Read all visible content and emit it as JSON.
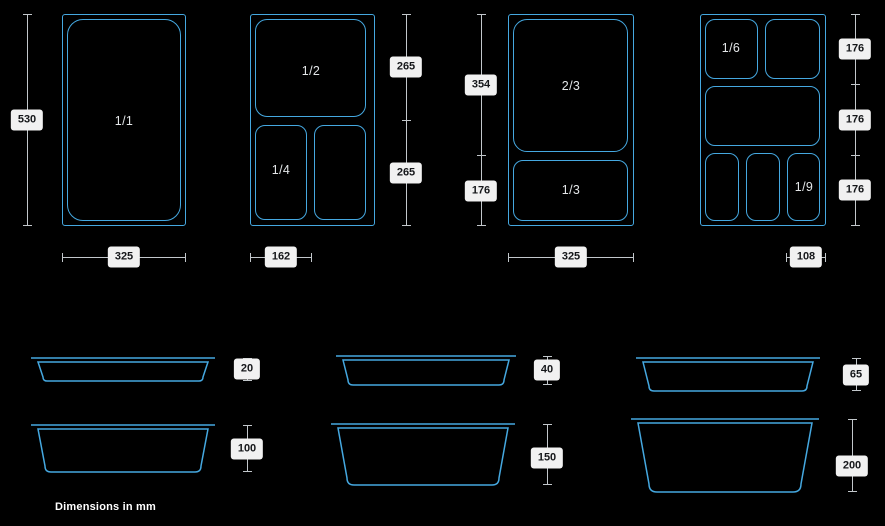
{
  "note": "Dimensions in mm",
  "colors": {
    "background": "#000000",
    "pan_stroke": "#45a8e0",
    "dim_line": "#c2c7cb",
    "label_bg": "#f1f1f1",
    "label_text": "#15171a",
    "pan_label_text": "#e3e6e8"
  },
  "top_views": {
    "full": {
      "pan_label": "1/1",
      "height": "530",
      "width": "325"
    },
    "halves": {
      "top_pan_label": "1/2",
      "bottom_pan_label": "1/4",
      "top_height": "265",
      "bottom_height": "265",
      "width": "162"
    },
    "thirds": {
      "top_pan_label": "2/3",
      "bottom_pan_label": "1/3",
      "top_height": "354",
      "bottom_height": "176",
      "width": "325"
    },
    "ninths": {
      "top_pan_label": "1/6",
      "bottom_pan_label": "1/9",
      "heights": [
        "176",
        "176",
        "176"
      ],
      "width": "108"
    }
  },
  "depth_profiles": [
    {
      "depth": "20"
    },
    {
      "depth": "40"
    },
    {
      "depth": "65"
    },
    {
      "depth": "100"
    },
    {
      "depth": "150"
    },
    {
      "depth": "200"
    }
  ]
}
